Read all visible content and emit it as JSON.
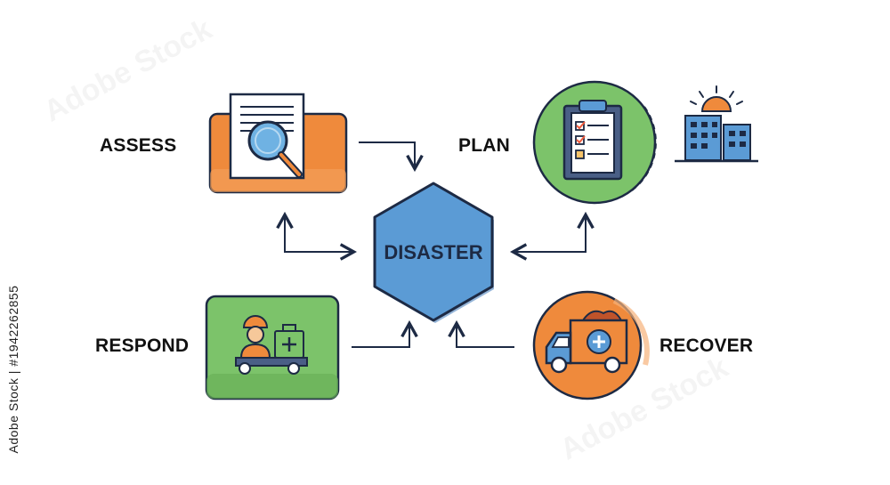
{
  "center": {
    "label": "DISASTER",
    "color": "#5b9bd5"
  },
  "stages": {
    "assess": {
      "label": "ASSESS",
      "color": "#ef8a3c"
    },
    "plan": {
      "label": "PLAN",
      "color": "#7cc36a"
    },
    "respond": {
      "label": "RESPOND",
      "color": "#7cc36a"
    },
    "recover": {
      "label": "RECOVER",
      "color": "#ef8a3c"
    }
  },
  "stock": {
    "watermark": "Adobe Stock",
    "id_text": "Adobe Stock | #1942262855"
  },
  "outline_color": "#1d2a44"
}
